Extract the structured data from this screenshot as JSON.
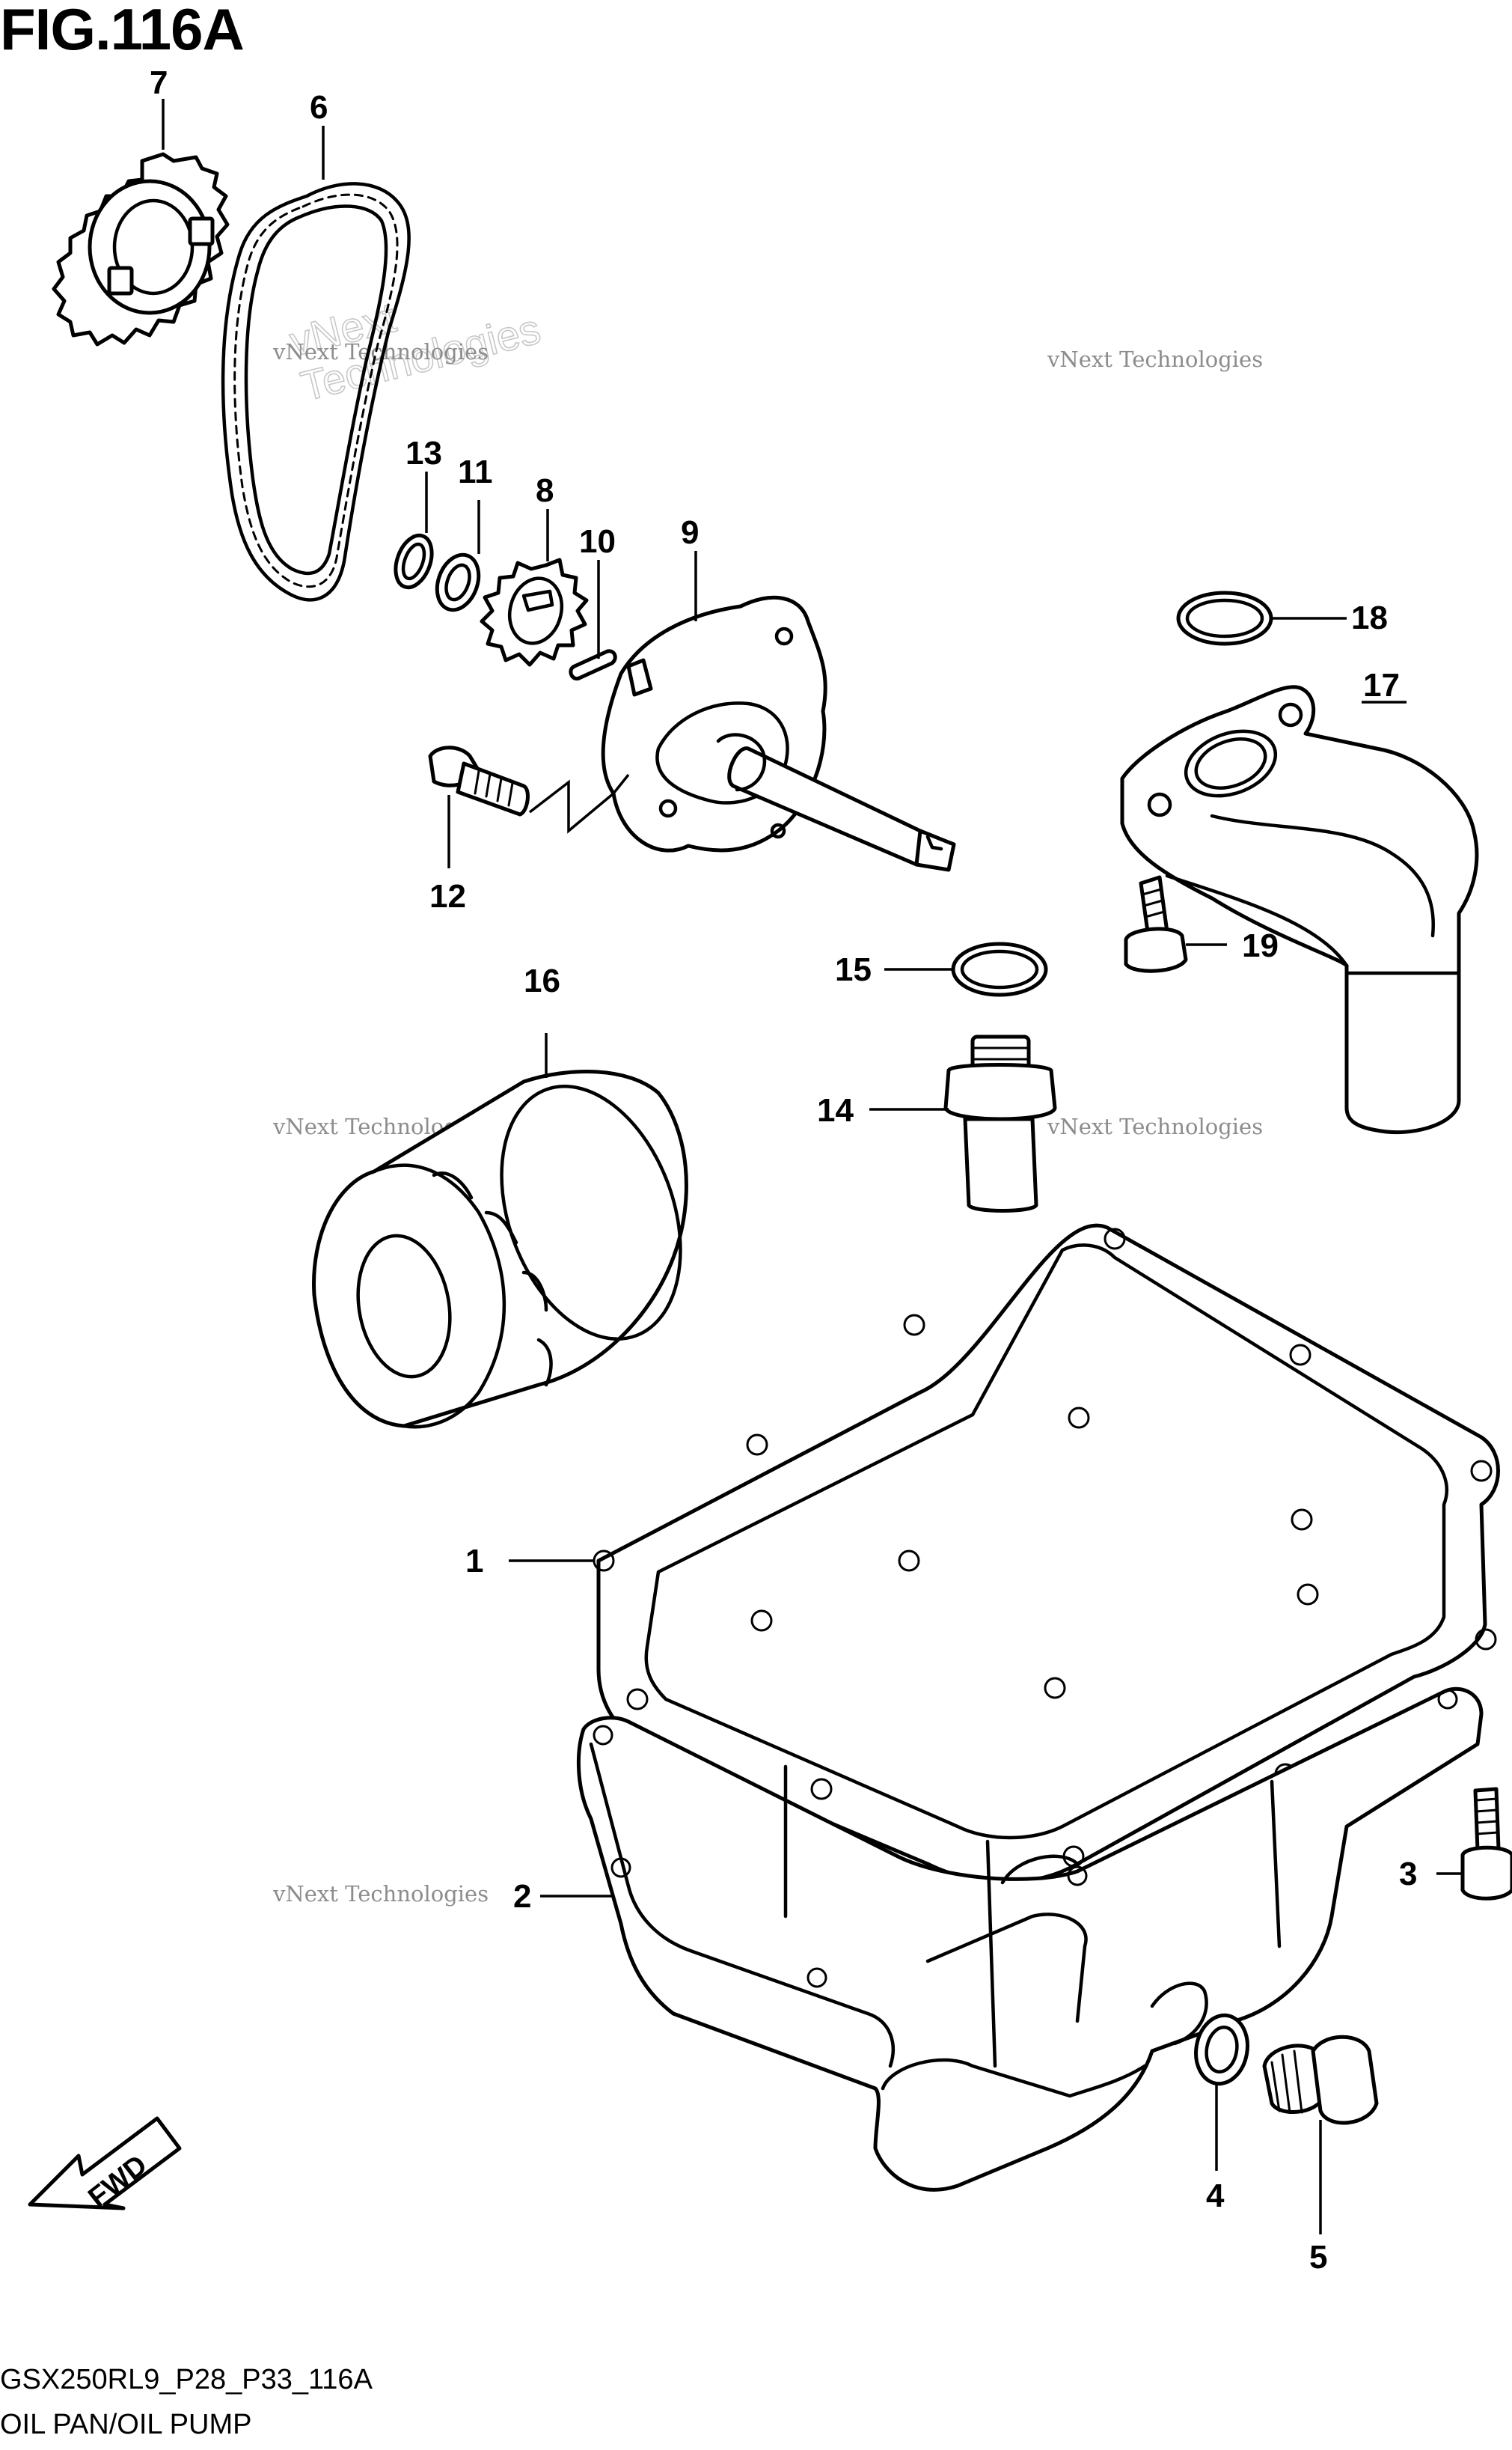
{
  "figure": {
    "title": "FIG.116A",
    "model_code": "GSX250RL9_P28_P33_116A",
    "section_name": "OIL PAN/OIL PUMP",
    "direction_label": "FWD"
  },
  "watermark": {
    "line1": "vNext Technologies",
    "line2": "vNext\nTechnologies"
  },
  "callouts": [
    "1",
    "2",
    "3",
    "4",
    "5",
    "6",
    "7",
    "8",
    "9",
    "10",
    "11",
    "12",
    "13",
    "14",
    "15",
    "16",
    "17",
    "18",
    "19"
  ],
  "icons": {
    "direction": "forward-arrow-icon"
  }
}
